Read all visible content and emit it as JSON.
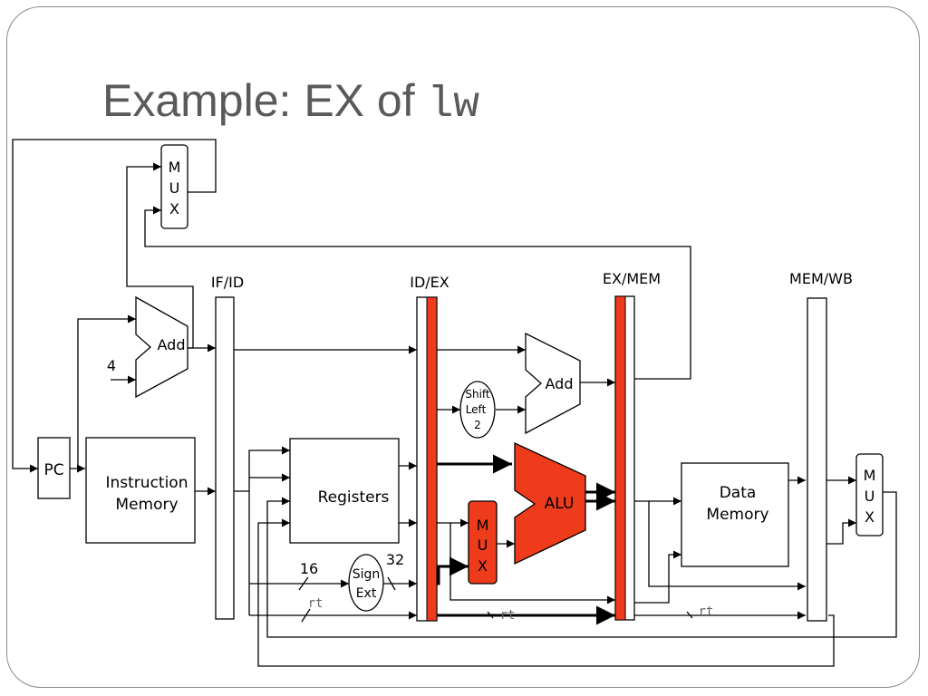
{
  "title": {
    "text": "Example: EX of ",
    "code": "lw"
  },
  "colors": {
    "highlight": "#ee3b1c",
    "wire": "#000000",
    "title": "#5a5a5a"
  },
  "pipeline_registers": {
    "if_id": "IF/ID",
    "id_ex": "ID/EX",
    "ex_mem": "EX/MEM",
    "mem_wb": "MEM/WB"
  },
  "blocks": {
    "pc": "PC",
    "instruction_memory": [
      "Instruction",
      "Memory"
    ],
    "registers": "Registers",
    "data_memory": [
      "Data",
      "Memory"
    ],
    "alu": "ALU",
    "adder": "Add",
    "shift_left": [
      "Shift",
      "Left",
      "2"
    ],
    "sign_ext": [
      "Sign",
      "Ext"
    ],
    "mux": [
      "M",
      "U",
      "X"
    ]
  },
  "wire_labels": {
    "four": "4",
    "sixteen": "16",
    "thirtytwo": "32",
    "rt": "rt"
  }
}
